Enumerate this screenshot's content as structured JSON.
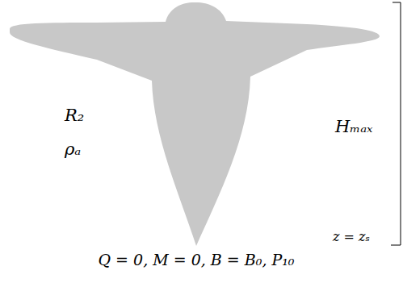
{
  "diagram": {
    "labels": [
      "R₂",
      "ρₐ",
      "Hₘₐₓ",
      "z = zₛ",
      "Q = 0, M = 0, B = B₀, P₁₀"
    ]
  }
}
